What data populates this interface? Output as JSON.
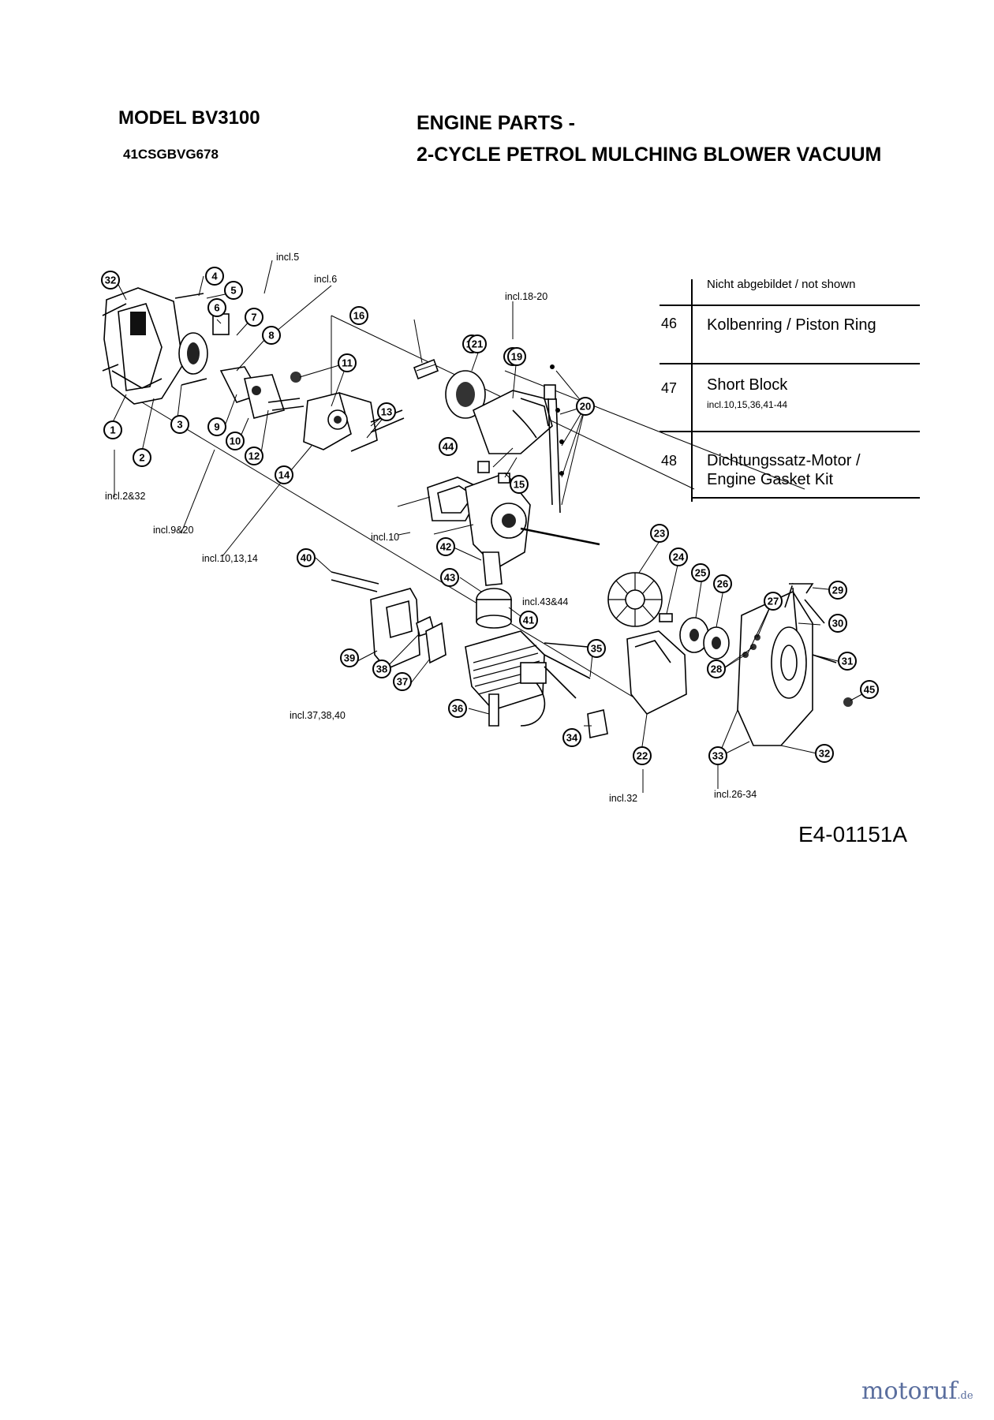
{
  "header": {
    "model": "MODEL BV3100",
    "model_code": "41CSGBVG678",
    "title_line1": "ENGINE PARTS -",
    "title_line2": "2-CYCLE PETROL MULCHING BLOWER VACUUM"
  },
  "not_shown": {
    "heading": "Nicht abgebildet / not shown",
    "rows": [
      {
        "num": "46",
        "desc": "Kolbenring / Piston Ring",
        "note": ""
      },
      {
        "num": "47",
        "desc": "Short Block",
        "note": "incl.10,15,36,41-44"
      },
      {
        "num": "48",
        "desc": "Dichtungssatz-Motor / Engine Gasket Kit",
        "note": ""
      }
    ]
  },
  "callouts": [
    "1",
    "2",
    "3",
    "3",
    "4",
    "5",
    "6",
    "7",
    "8",
    "9",
    "10",
    "11",
    "12",
    "13",
    "14",
    "15",
    "16",
    "17",
    "18",
    "19",
    "20",
    "21",
    "22",
    "23",
    "24",
    "25",
    "26",
    "27",
    "28",
    "29",
    "30",
    "31",
    "32",
    "32",
    "33",
    "34",
    "35",
    "36",
    "37",
    "38",
    "39",
    "40",
    "41",
    "42",
    "43",
    "44",
    "45"
  ],
  "incl_notes": {
    "n5": "incl.5",
    "n6": "incl.6",
    "n18_20": "incl.18-20",
    "n2_32": "incl.2&32",
    "n9_20": "incl.9&20",
    "n10_13_14": "incl.10,13,14",
    "n10": "incl.10",
    "n43_44": "incl.43&44",
    "n37_38_40": "incl.37,38,40",
    "n32": "incl.32",
    "n26_34": "incl.26-34"
  },
  "footer": {
    "drawing_code": "E4-01151A",
    "brand": "motoruf",
    "brand_tld": ".de"
  }
}
